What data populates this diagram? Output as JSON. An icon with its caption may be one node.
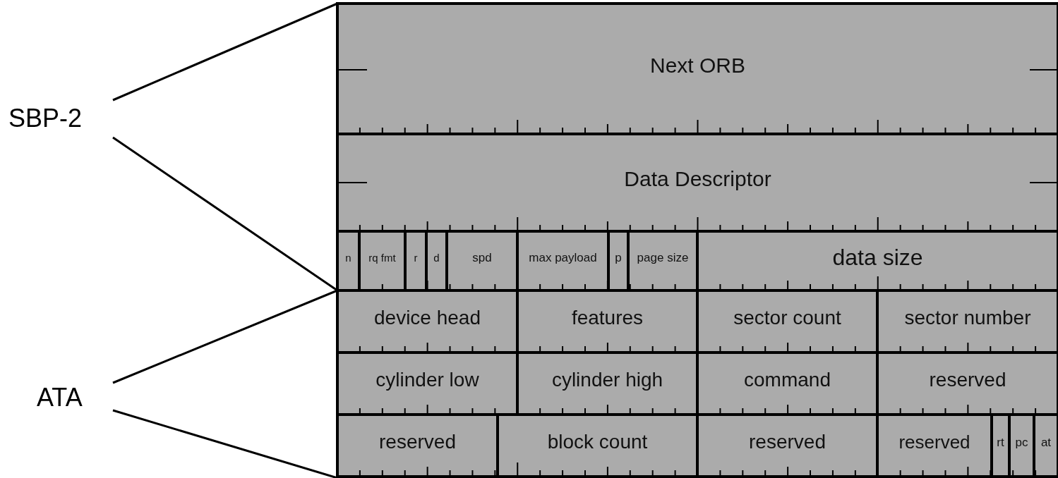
{
  "diagram": {
    "nodes": [
      {
        "text": [
          "Next ORB"
        ]
      },
      {
        "text": [
          "Data Descriptor"
        ]
      },
      {
        "text": [
          "n"
        ]
      },
      {
        "text": [
          "rq fmt"
        ]
      },
      {
        "text": [
          "r"
        ]
      },
      {
        "text": [
          "d"
        ]
      },
      {
        "text": [
          "spd"
        ]
      },
      {
        "text": [
          "max payload"
        ]
      },
      {
        "text": [
          "p"
        ]
      },
      {
        "text": [
          "page size"
        ]
      },
      {
        "text": [
          "data size"
        ]
      },
      {
        "text": [
          "device head"
        ]
      },
      {
        "text": [
          "features"
        ]
      },
      {
        "text": [
          "sector count"
        ]
      },
      {
        "text": [
          "sector number"
        ]
      },
      {
        "text": [
          "cylinder low"
        ]
      },
      {
        "text": [
          "cylinder high"
        ]
      },
      {
        "text": [
          "command"
        ]
      },
      {
        "text": [
          "reserved"
        ]
      },
      {
        "text": [
          "reserved"
        ]
      },
      {
        "text": [
          "block count"
        ]
      },
      {
        "text": [
          "reserved"
        ]
      },
      {
        "text": [
          "reserved"
        ]
      },
      {
        "text": [
          "rt"
        ]
      },
      {
        "text": [
          "pc"
        ]
      },
      {
        "text": [
          "at"
        ]
      }
    ],
    "edges": [],
    "labels": [
      "SBP-2",
      "ATA"
    ]
  }
}
